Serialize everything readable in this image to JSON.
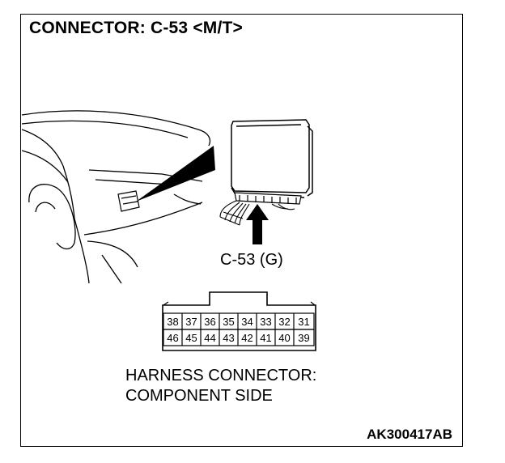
{
  "title": "CONNECTOR: C-53 <M/T>",
  "connector_label": "C-53 (G)",
  "pins_top": [
    "38",
    "37",
    "36",
    "35",
    "34",
    "33",
    "32",
    "31"
  ],
  "pins_bottom": [
    "46",
    "45",
    "44",
    "43",
    "42",
    "41",
    "40",
    "39"
  ],
  "harness_line1": "HARNESS CONNECTOR:",
  "harness_line2": "COMPONENT SIDE",
  "figure_code": "AK300417AB"
}
